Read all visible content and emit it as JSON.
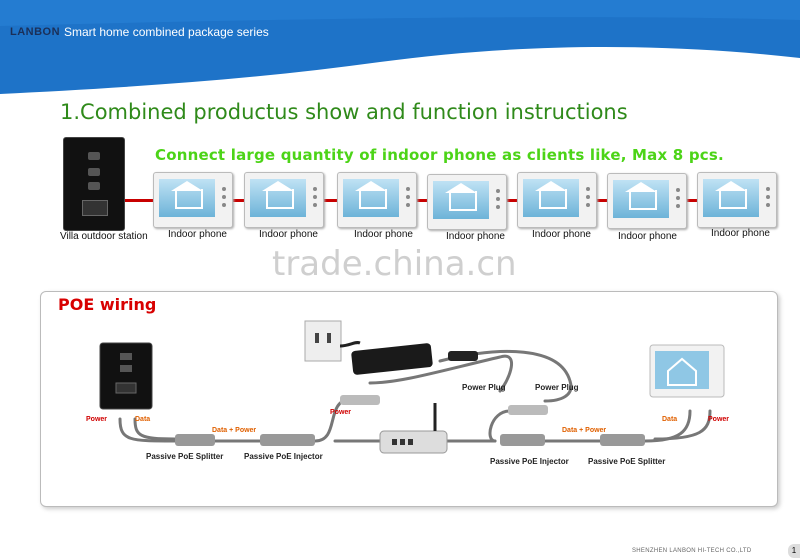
{
  "header": {
    "brand": "LANBON",
    "series": "Smart home combined package series"
  },
  "section_title": "1.Combined productus show and function instructions",
  "connect_text": "Connect large quantity of indoor phone as clients like, Max 8 pcs.",
  "outdoor_label": "Villa outdoor station",
  "indoor_labels": [
    "Indoor phone",
    "Indoor phone",
    "Indoor phone",
    "Indoor phone",
    "Indoor phone",
    "Indoor phone",
    "Indoor phone"
  ],
  "watermark": "trade.china.cn",
  "poe": {
    "title": "POE wiring",
    "power_left": "Power",
    "data_left": "Data",
    "data_power_left": "Data + Power",
    "splitter_left": "Passive PoE Splitter",
    "injector_left": "Passive PoE Injector",
    "power_mid": "Power",
    "power_plug_1": "Power Plug",
    "power_plug_2": "Power Plug",
    "data_power_right": "Data + Power",
    "data_right": "Data",
    "power_right": "Power",
    "injector_right": "Passive PoE Injector",
    "splitter_right": "Passive PoE Splitter"
  },
  "footer": {
    "company": "SHENZHEN LANBON HI-TECH CO.,LTD",
    "page": "1"
  },
  "colors": {
    "header_blue": "#1e73c8",
    "title_green": "#2f8a1a",
    "connect_green": "#4cd417",
    "poe_red": "#d80000"
  }
}
